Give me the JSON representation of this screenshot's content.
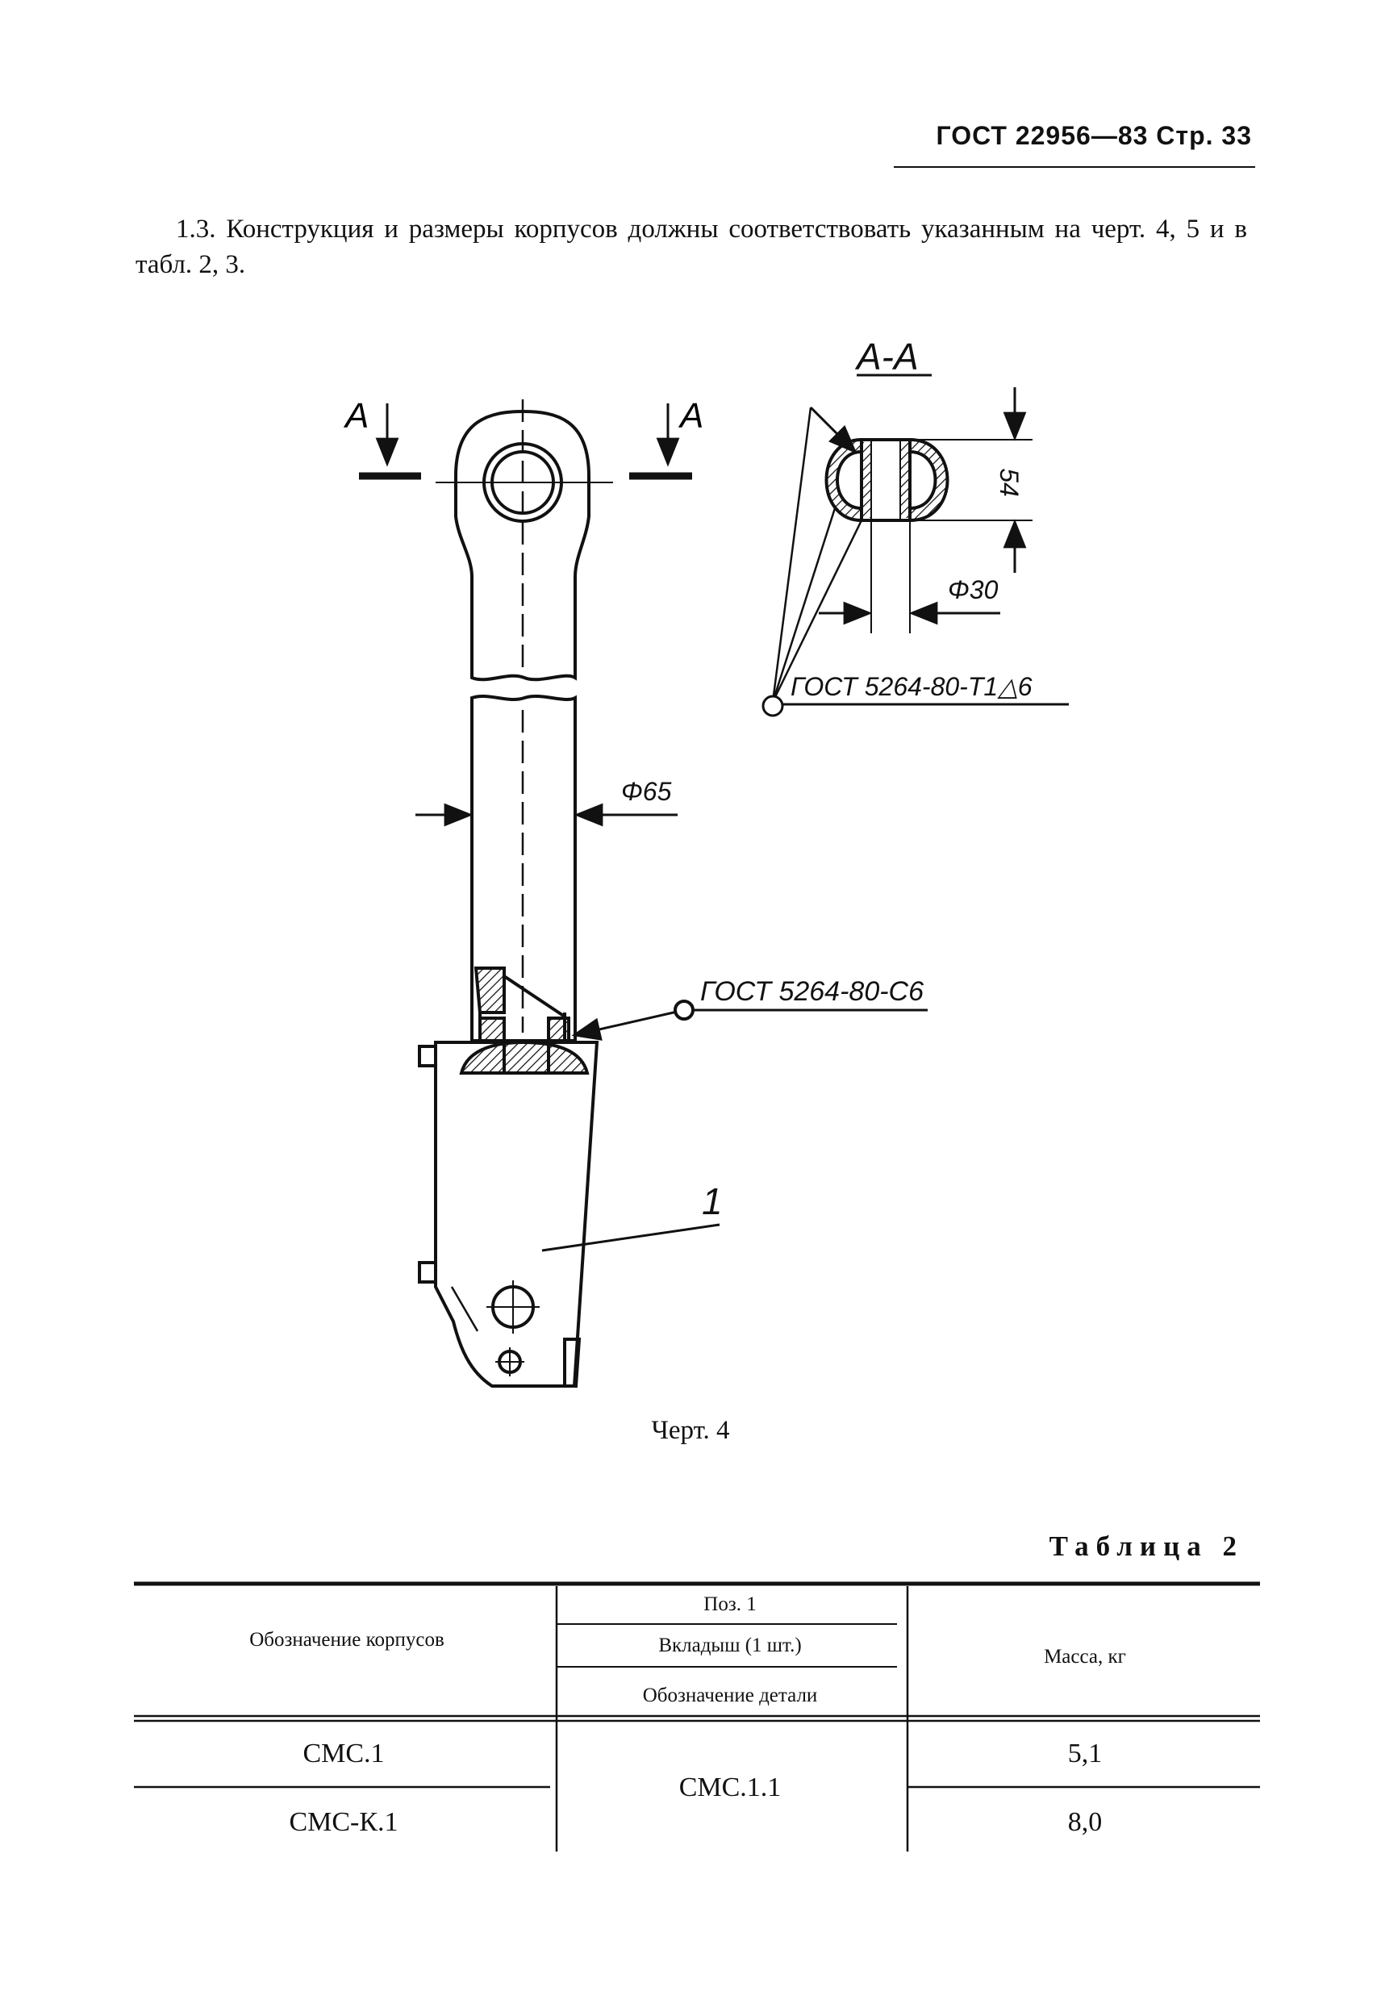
{
  "header": {
    "text": "ГОСТ 22956—83 Стр. 33"
  },
  "paragraph": "1.3. Конструкция и размеры корпусов должны соответствовать указанным на черт. 4, 5 и в табл. 2, 3.",
  "drawing": {
    "section_marker_left": "A",
    "section_marker_right": "A",
    "section_title": "A-A",
    "dim_height": "54",
    "dim_inner_diameter": "Φ30",
    "dim_rod_diameter": "Φ65",
    "weld_note_top": "ГОСТ 5264-80-Т1△6",
    "weld_note_bottom": "ГОСТ 5264-80-С6",
    "position_label": "1"
  },
  "caption": "Черт. 4",
  "table": {
    "title": "Таблица 2",
    "headers": {
      "designation": "Обозначение корпусов",
      "pos": "Поз. 1",
      "insert": "Вкладыш (1 шт.)",
      "detail": "Обозначение детали",
      "mass": "Масса, кг"
    },
    "rows": [
      {
        "designation": "СМС.1",
        "mass": "5,1"
      },
      {
        "designation": "СМС-К.1",
        "mass": "8,0"
      }
    ],
    "shared_detail": "СМС.1.1"
  }
}
